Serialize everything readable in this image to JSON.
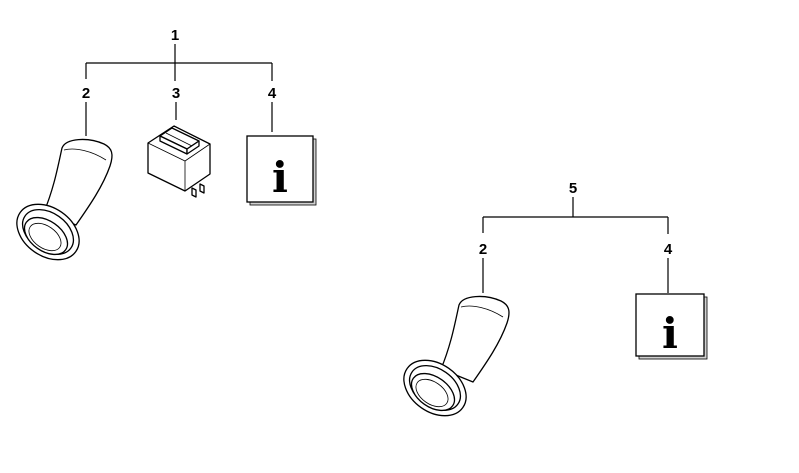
{
  "groups": [
    {
      "label": "1",
      "items": [
        {
          "label": "2",
          "part": "intake-hose-bend"
        },
        {
          "label": "3",
          "part": "relay"
        },
        {
          "label": "4",
          "part": "info-symbol"
        }
      ]
    },
    {
      "label": "5",
      "items": [
        {
          "label": "2",
          "part": "intake-hose-bend"
        },
        {
          "label": "4",
          "part": "info-symbol"
        }
      ]
    }
  ],
  "icons": {
    "info_glyph": "i"
  }
}
